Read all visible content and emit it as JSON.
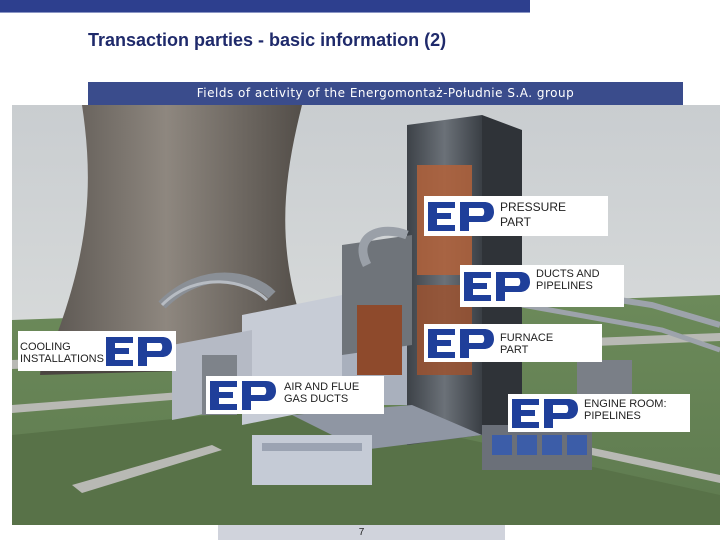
{
  "header": {
    "title": "Transaction parties - basic information (2)",
    "section_title": "Fields of activity of the Energomontaż-Południe S.A. group"
  },
  "colors": {
    "top_bar": "#2d3f8e",
    "section_bar": "#3a4c8c",
    "logo_blue": "#1f3f9a"
  },
  "logo": {
    "text": "EP",
    "icon": "ep-logo-icon"
  },
  "callouts": {
    "pressure_part": "PRESSURE PART",
    "ducts_pipelines": "DUCTS AND PIPELINES",
    "furnace_part": "FURNACE PART",
    "cooling_installations": "COOLING INSTALLATIONS",
    "air_flue_gas_ducts": "AIR AND FLUE GAS DUCTS",
    "engine_room_pipelines": "ENGINE ROOM: PIPELINES"
  },
  "footer": {
    "page_number": "7"
  }
}
